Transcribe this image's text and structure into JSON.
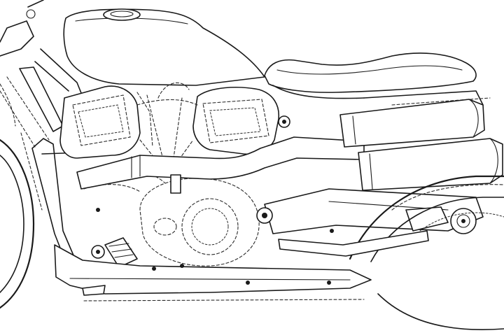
{
  "figure": {
    "kind": "patent-style line drawing",
    "subject": "motorcycle",
    "visible_parts": [
      "fuel-tank",
      "fuel-cap",
      "seat",
      "v-twin-engine",
      "front-cylinder",
      "rear-cylinder",
      "upper-exhaust-muffler",
      "lower-exhaust-muffler",
      "exhaust-header-pipe",
      "swingarm",
      "rear-wheel",
      "front-wheel",
      "footpeg",
      "skid-plate",
      "primary-cover",
      "frame"
    ],
    "line_color": "#1a1a1a",
    "background_color": "#ffffff"
  }
}
